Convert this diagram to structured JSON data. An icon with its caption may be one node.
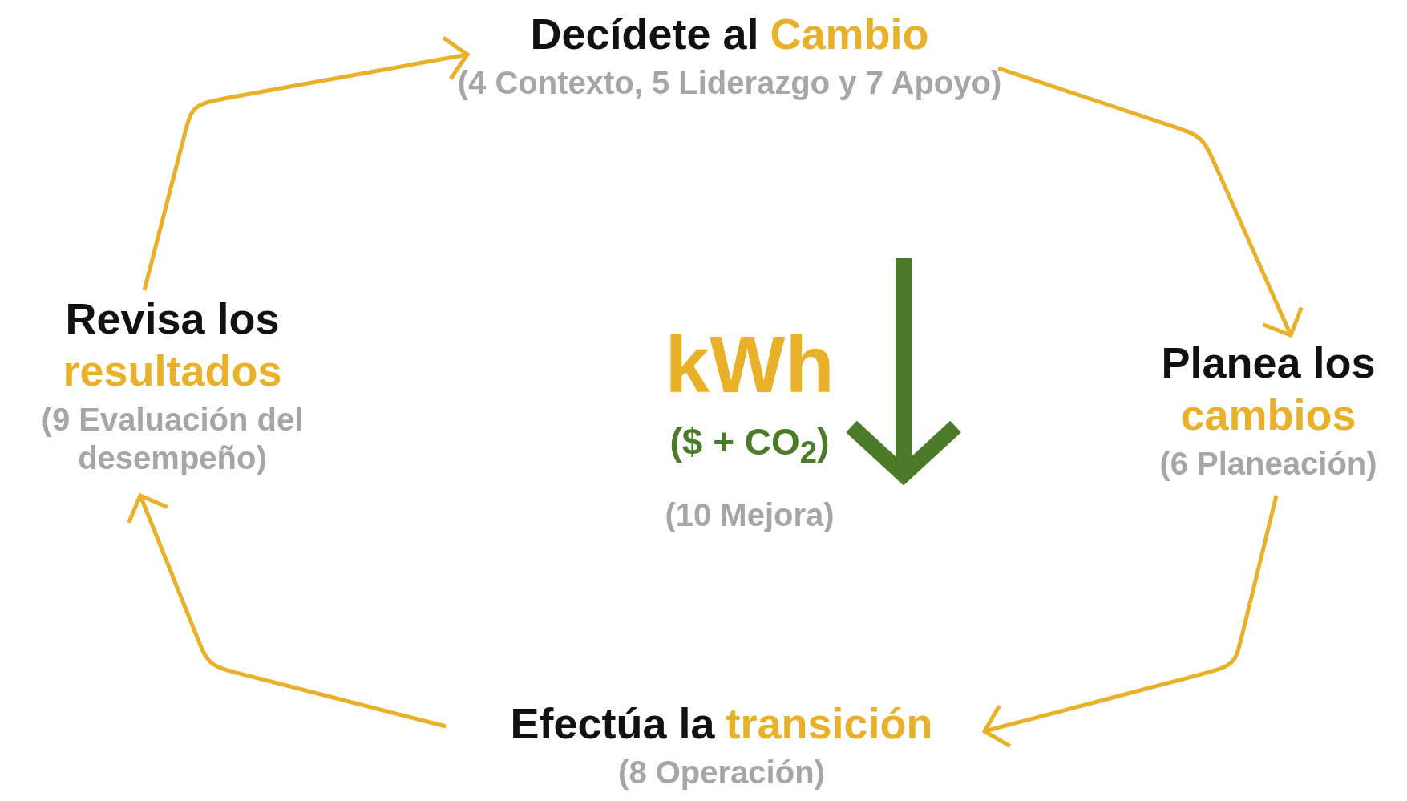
{
  "diagram": {
    "nodes": [
      {
        "text": [
          "Decídete al",
          "Cambio",
          "(4 Contexto, 5 Liderazgo y 7 Apoyo)"
        ]
      },
      {
        "text": [
          "Planea los",
          "cambios",
          "(6 Planeación)"
        ]
      },
      {
        "text": [
          "Efectúa la",
          "transición",
          "(8 Operación)"
        ]
      },
      {
        "text": [
          "Revisa los",
          "resultados",
          "(9 Evaluación del desempeño)"
        ]
      },
      {
        "text": [
          "kWh",
          "($ + CO$_{2}$)",
          "(10 Mejora)"
        ]
      }
    ],
    "edges": [
      {
        "from": 0,
        "to": 1,
        "arrow": "to"
      },
      {
        "from": 1,
        "to": 2,
        "arrow": "to"
      },
      {
        "from": 2,
        "to": 3,
        "arrow": "to"
      },
      {
        "from": 3,
        "to": 0,
        "arrow": "to"
      }
    ]
  }
}
